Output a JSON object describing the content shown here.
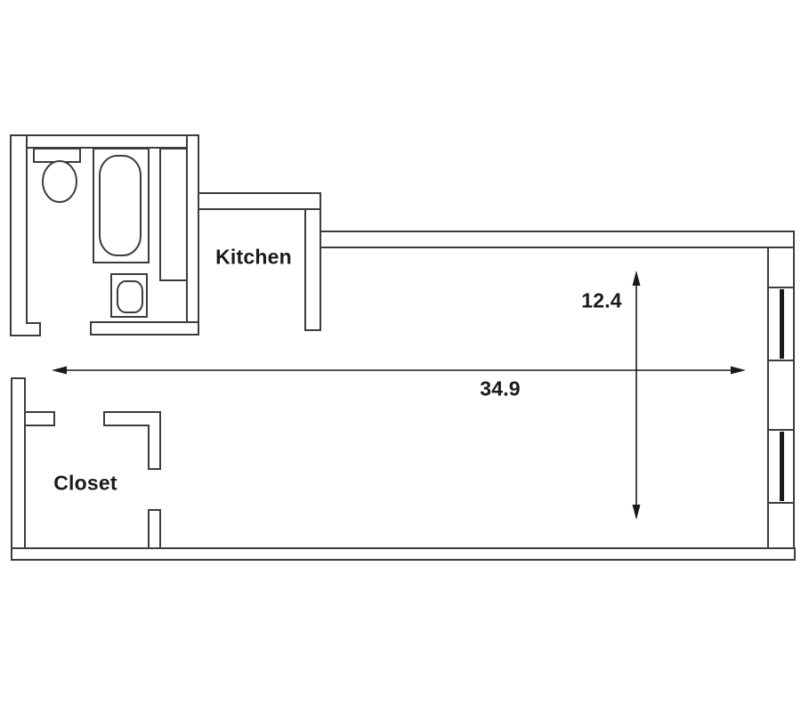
{
  "page": {
    "background_color": "#ffffff",
    "line_color": "#3c3c3c",
    "accent_color": "#1a1a1a",
    "text_color": "#1a1a1a"
  },
  "rooms": {
    "kitchen": {
      "label": "Kitchen"
    },
    "closet": {
      "label": "Closet"
    }
  },
  "dimensions": {
    "horizontal": {
      "value": "34.9"
    },
    "vertical": {
      "value": "12.4"
    }
  },
  "fixtures": {
    "bathroom": [
      "toilet",
      "bathtub",
      "vanity-cabinet",
      "sink"
    ]
  },
  "windows": {
    "count": 2
  }
}
